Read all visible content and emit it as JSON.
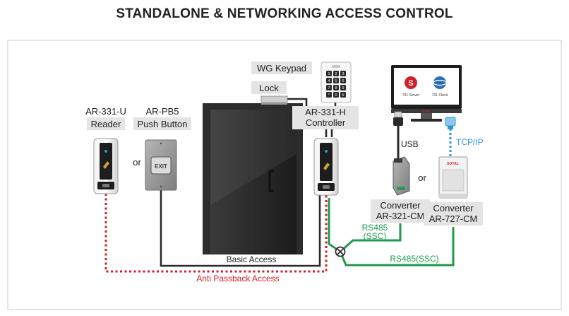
{
  "title": "STANDALONE & NETWORKING ACCESS CONTROL",
  "labels": {
    "wg_keypad": "WG Keypad",
    "lock": "Lock",
    "reader_model": "AR-331-U",
    "reader_name": "Reader",
    "button_model": "AR-PB5",
    "button_name": "Push Button",
    "controller_model": "AR-331-H",
    "controller_name": "Controller",
    "or_1": "or",
    "or_2": "or",
    "usb": "USB",
    "tcpip": "TCP/IP",
    "conv1_title": "Converter",
    "conv1_model": "AR-321-CM",
    "conv2_title": "Converter",
    "conv2_model": "AR-727-CM",
    "rs485_l1": "RS485",
    "rs485_l2": "(SSC)",
    "rs485_ssc": "RS485(SSC)",
    "basic_access": "Basic Access",
    "anti_passback": "Anti Passback Access",
    "exit_text": "EXIT",
    "server_text": "701 Server",
    "client_text": "701 Client",
    "monitor_brand": "SOYAL",
    "converter_brand": "SOYAL",
    "keypad_keys": [
      "1",
      "2",
      "3",
      "4",
      "5",
      "6",
      "7",
      "8",
      "9",
      "*",
      "0",
      "#"
    ]
  },
  "colors": {
    "green_line": "#1e9a4f",
    "red_line": "#d0202a",
    "blue_line": "#2a9ad6",
    "dark_line": "#2b2b2b",
    "label_bg": "#e4e4e4"
  }
}
